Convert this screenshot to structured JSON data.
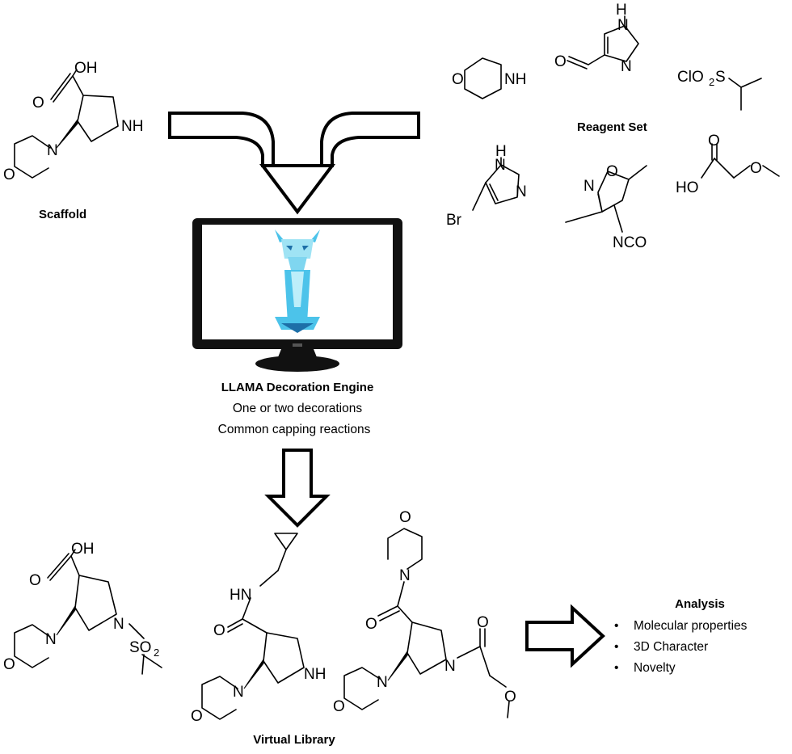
{
  "labels": {
    "scaffold": "Scaffold",
    "reagent_set": "Reagent Set",
    "virtual_library": "Virtual Library",
    "analysis": "Analysis"
  },
  "engine": {
    "title": "LLAMA Decoration Engine",
    "line1": "One or two decorations",
    "line2": "Common capping reactions"
  },
  "analysis_items": [
    "Molecular properties",
    "3D Character",
    "Novelty"
  ],
  "bullet": "•",
  "atoms": {
    "oh": "OH",
    "ho": "HO",
    "o": "O",
    "n": "N",
    "nh": "NH",
    "hn": "HN",
    "h": "H",
    "br": "Br",
    "s": "S",
    "clo2s": "ClO",
    "two": "2",
    "nco": "NCO",
    "so2": "SO",
    "n_o": "N–O"
  },
  "colors": {
    "llama_light": "#9fe3f4",
    "llama_mid": "#4cc3ea",
    "llama_dark": "#1d6fa8",
    "monitor": "#111111"
  }
}
